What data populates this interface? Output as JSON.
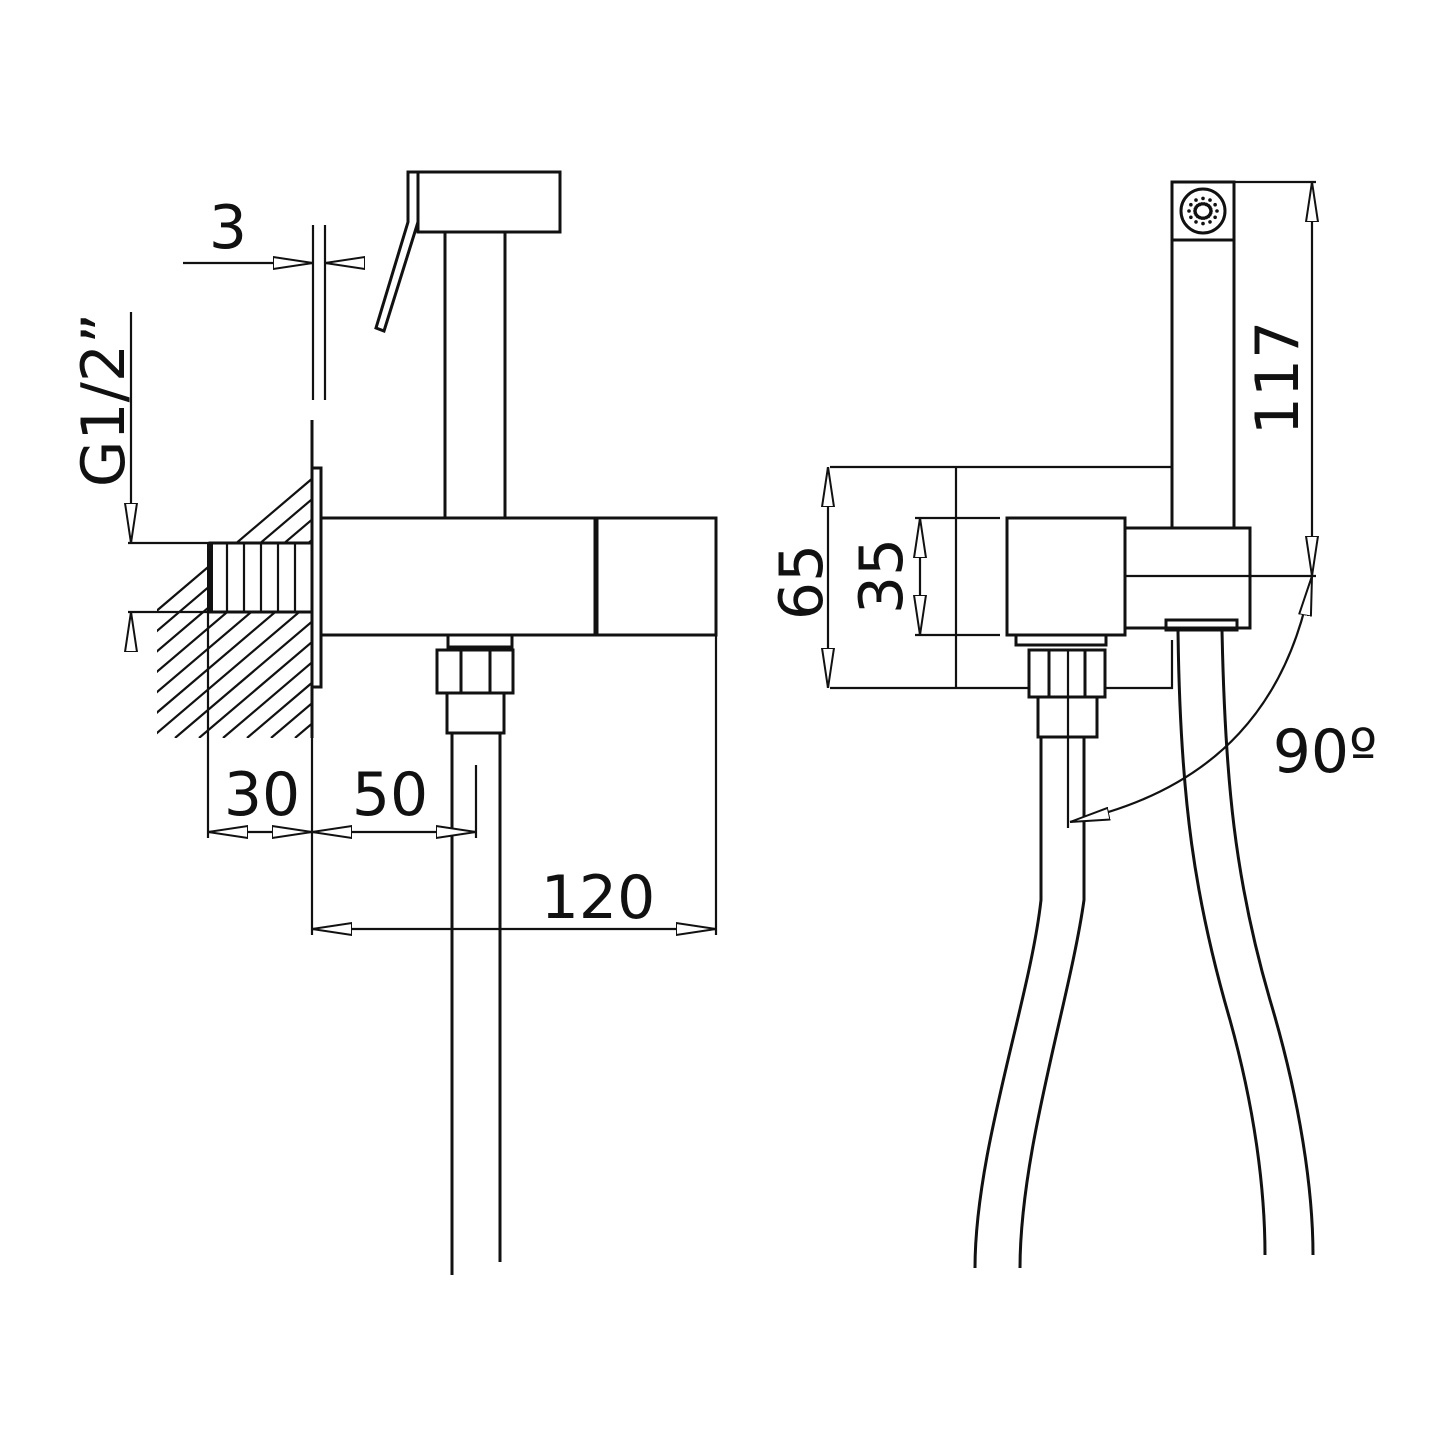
{
  "drawing": {
    "left_view": {
      "dim_gap": "3",
      "dim_thread": "G1/2”",
      "dim_wall": "30",
      "dim_outlet": "50",
      "dim_length": "120"
    },
    "right_view": {
      "dim_height_body": "65",
      "dim_height_box": "35",
      "dim_handshower": "117",
      "dim_rotation": "90º"
    },
    "colors": {
      "line": "#111111",
      "background": "#ffffff"
    }
  }
}
